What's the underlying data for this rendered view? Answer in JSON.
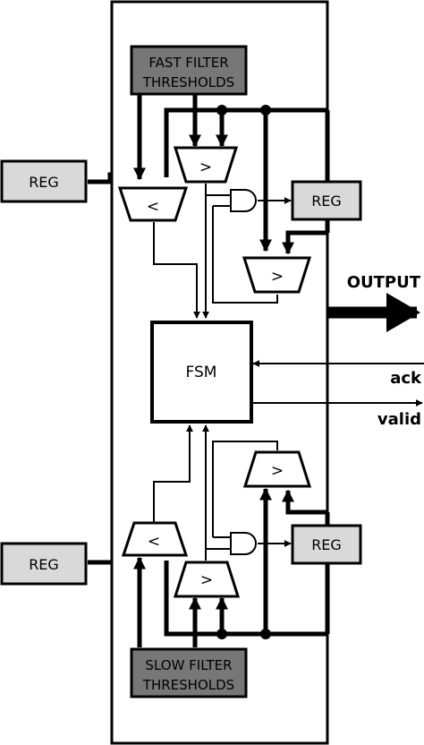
{
  "labels": {
    "fast_thresholds_line1": "FAST FILTER",
    "fast_thresholds_line2": "THRESHOLDS",
    "slow_thresholds_line1": "SLOW FILTER",
    "slow_thresholds_line2": "THRESHOLDS",
    "reg_top_left": "REG",
    "reg_top_right": "REG",
    "reg_bottom_left": "REG",
    "reg_bottom_right": "REG",
    "fsm": "FSM",
    "output": "OUTPUT",
    "ack": "ack",
    "valid": "valid",
    "cmp_lt": "<",
    "cmp_gt": ">"
  },
  "colors": {
    "reg_fill": "#d9d9d9",
    "threshold_fill": "#777777",
    "stroke": "#000000"
  }
}
